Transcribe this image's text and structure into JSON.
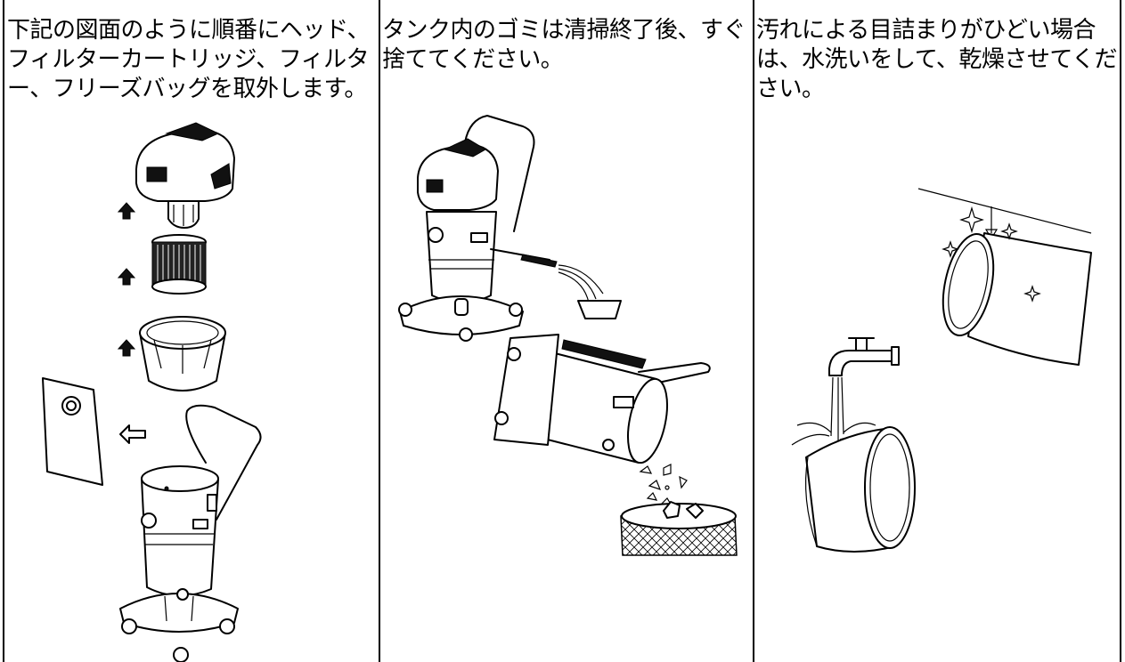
{
  "panels": [
    {
      "caption": "下記の図面のように順番にヘッド、フィルターカートリッジ、フィルター、フリーズバッグを取外します。"
    },
    {
      "caption": "タンク内のゴミは清掃終了後、すぐ捨ててください。"
    },
    {
      "caption": "汚れによる目詰まりがひどい場合は、水洗いをして、乾燥させてください。"
    }
  ],
  "icons": {
    "up_arrow": "up-arrow-icon",
    "left_arrow": "left-arrow-icon",
    "sparkle": "sparkle-icon",
    "faucet": "faucet-icon"
  }
}
